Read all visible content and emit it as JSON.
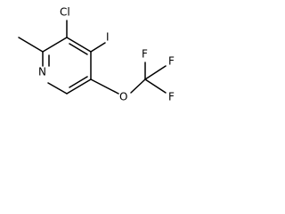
{
  "molecule": {
    "atoms": {
      "chlorine": "Cl",
      "iodine": "I",
      "nitrogen": "N",
      "oxygen": "O",
      "fluorine_1": "F",
      "fluorine_2": "F",
      "fluorine_3": "F"
    }
  },
  "colors": {
    "bond": "#000000",
    "label": "#000000",
    "background": "#ffffff"
  }
}
